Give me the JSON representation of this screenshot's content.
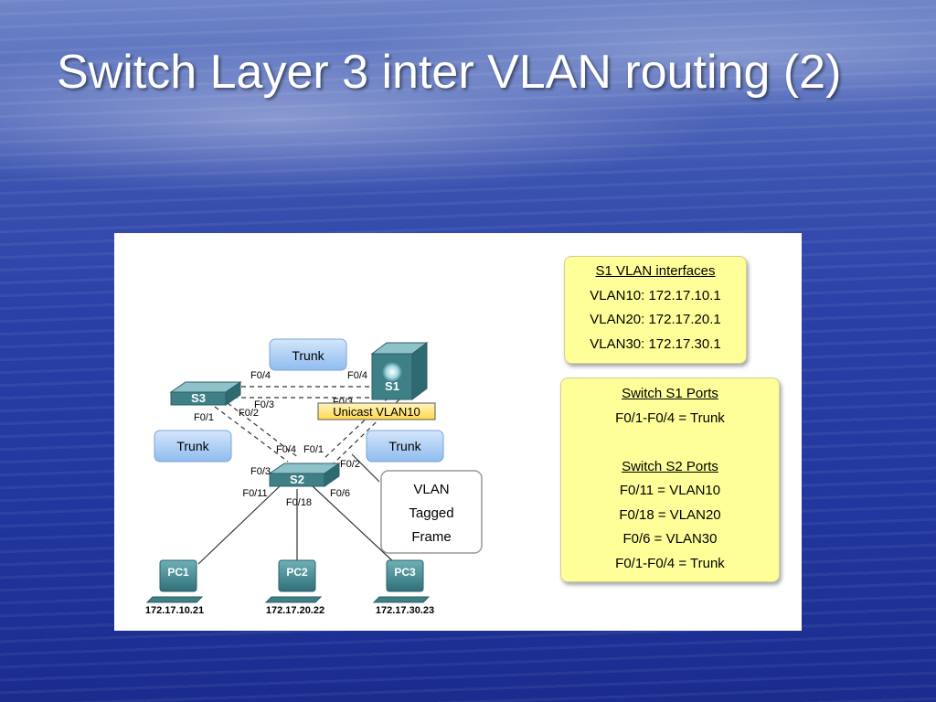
{
  "slide": {
    "title": "Switch Layer 3 inter VLAN routing (2)"
  },
  "diagram": {
    "trunk_labels": [
      "Trunk",
      "Trunk",
      "Trunk"
    ],
    "switches": {
      "s1": "S1",
      "s2": "S2",
      "s3": "S3"
    },
    "ports": {
      "s3_f04": "F0/4",
      "s1_f04": "F0/4",
      "s3_f03": "F0/3",
      "s1_f03": "F0/3",
      "s3_f01": "F0/1",
      "s3_f02": "F0/2",
      "s2_f04": "F0/4",
      "s2_f01": "F0/1",
      "s2_f03": "F0/3",
      "s2_f02": "F0/2",
      "s2_f011": "F0/11",
      "s2_f018": "F0/18",
      "s2_f06": "F0/6"
    },
    "unicast_label": "Unicast VLAN10",
    "callout": [
      "VLAN",
      "Tagged",
      "Frame"
    ],
    "pcs": [
      {
        "name": "PC1",
        "ip": "172.17.10.21"
      },
      {
        "name": "PC2",
        "ip": "172.17.20.22"
      },
      {
        "name": "PC3",
        "ip": "172.17.30.23"
      }
    ],
    "s1_vlan_box": {
      "title": "S1 VLAN interfaces",
      "lines": [
        "VLAN10: 172.17.10.1",
        "VLAN20: 172.17.20.1",
        "VLAN30: 172.17.30.1"
      ]
    },
    "ports_box": {
      "s1_title": "Switch S1 Ports",
      "s1_lines": [
        "F0/1-F0/4 = Trunk"
      ],
      "s2_title": "Switch S2 Ports",
      "s2_lines": [
        "F0/11 = VLAN10",
        "F0/18 = VLAN20",
        "F0/6 = VLAN30",
        "F0/1-F0/4 = Trunk"
      ]
    }
  },
  "colors": {
    "switch_face": "#3f7f86",
    "trunk_box": "#a8ccf5",
    "info_box": "#ffff99",
    "unicast_box": "#ffe680"
  }
}
